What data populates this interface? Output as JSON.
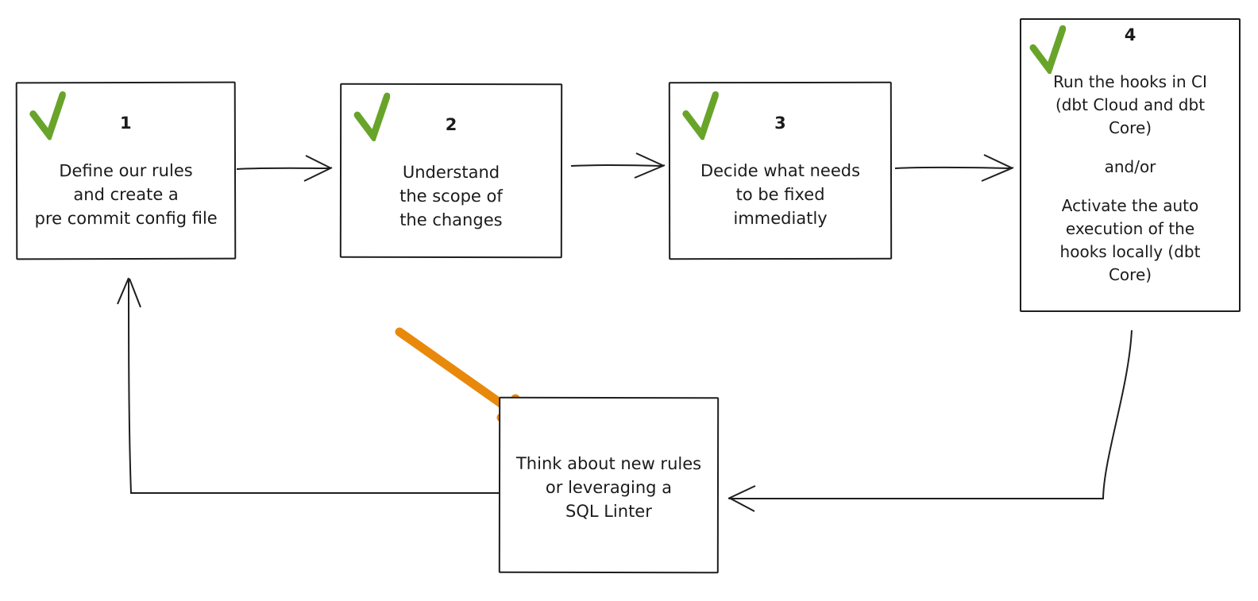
{
  "title": "pre-commit hooks workflow diagram",
  "colors": {
    "background": "#ffffff",
    "stroke": "#1e1e1e",
    "text": "#1b1b1b",
    "check_green": "#68a42a",
    "highlight_orange": "#e8890c"
  },
  "nodes": {
    "step1": {
      "number": "1",
      "checked": true,
      "lines": [
        "Define our rules",
        "and create a",
        "pre commit config file"
      ]
    },
    "step2": {
      "number": "2",
      "checked": true,
      "lines": [
        "Understand",
        "the scope of",
        "the changes"
      ]
    },
    "step3": {
      "number": "3",
      "checked": true,
      "lines": [
        "Decide what needs",
        "to be fixed",
        "immediatly"
      ]
    },
    "step4": {
      "number": "4",
      "checked": true,
      "lines": [
        "Run the hooks in CI",
        "(dbt Cloud and dbt",
        "Core)",
        "",
        "and/or",
        "",
        "Activate the auto",
        "execution of the",
        "hooks locally (dbt",
        "Core)"
      ]
    },
    "loop": {
      "checked": false,
      "lines": [
        "Think about new rules",
        "or leveraging a",
        "SQL Linter"
      ]
    }
  },
  "edges": [
    {
      "from": "step1",
      "to": "step2",
      "style": "straight-arrow"
    },
    {
      "from": "step2",
      "to": "step3",
      "style": "straight-arrow"
    },
    {
      "from": "step3",
      "to": "step4",
      "style": "straight-arrow"
    },
    {
      "from": "step4",
      "to": "loop",
      "style": "elbow-arrow"
    },
    {
      "from": "loop",
      "to": "step1",
      "style": "elbow-arrow"
    },
    {
      "from": "annotation",
      "to": "loop",
      "style": "thick-arrow",
      "color": "#e8890c"
    }
  ]
}
